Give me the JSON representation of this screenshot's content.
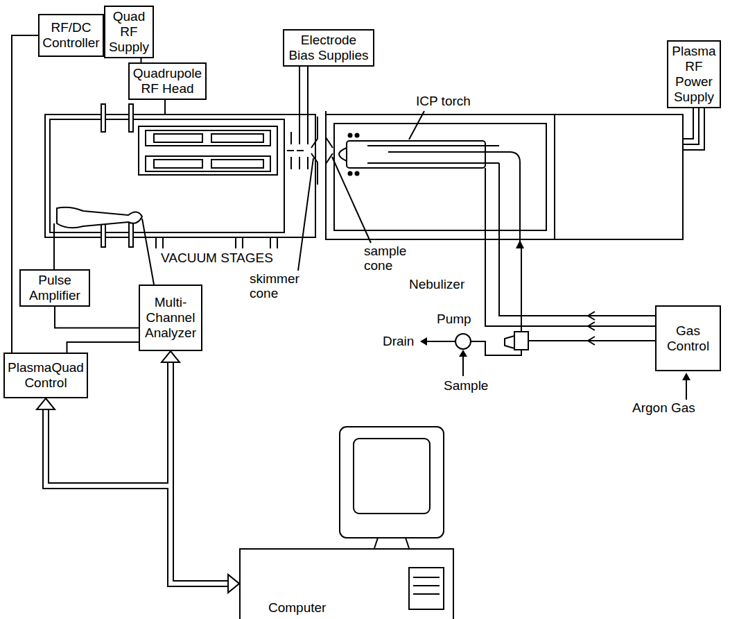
{
  "diagram": {
    "nodes": [
      {
        "text": [
          "RF/DC Controller"
        ]
      },
      {
        "text": [
          "Quad RF Supply"
        ]
      },
      {
        "text": [
          "Quadrupole RF Head"
        ]
      },
      {
        "text": [
          "Electrode Bias Supplies"
        ]
      },
      {
        "text": [
          "Plasma RF Power Supply"
        ]
      },
      {
        "text": [
          "Pulse Amplifier"
        ]
      },
      {
        "text": [
          "Multi-Channel Analyzer"
        ]
      },
      {
        "text": [
          "Gas Control"
        ]
      },
      {
        "text": [
          "PlasmaQuad Control"
        ]
      },
      {
        "text": [
          "Computer"
        ]
      }
    ],
    "edges": [
      {
        "from": 1,
        "to": 2,
        "arrow": "none"
      },
      {
        "from": 5,
        "to": 6,
        "arrow": "none"
      },
      {
        "from": 6,
        "to": 8,
        "arrow": "none"
      },
      {
        "from": 0,
        "to": 8,
        "arrow": "none"
      },
      {
        "from": 6,
        "to": 9,
        "arrow": "both"
      },
      {
        "from": 8,
        "to": 9,
        "arrow": "both"
      }
    ],
    "labels": [
      "ICP torch",
      "VACUUM STAGES",
      "skimmer cone",
      "sample cone",
      "Nebulizer",
      "Pump",
      "Drain",
      "Sample",
      "Argon Gas"
    ]
  }
}
